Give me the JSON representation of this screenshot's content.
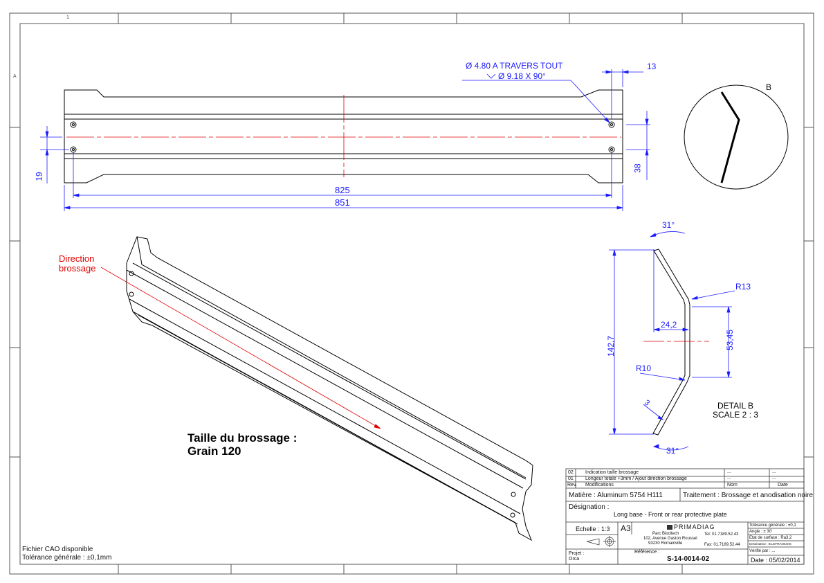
{
  "zone_marks": {
    "col1": "1",
    "rowA": "A"
  },
  "dims": {
    "hole_note_1": "Ø 4.80 A TRAVERS TOUT",
    "hole_note_2": "Ø 9.18 X 90°",
    "d13": "13",
    "d19": "19",
    "d38": "38",
    "d825": "825",
    "d851": "851"
  },
  "detail": {
    "label": "B",
    "title": "DETAIL B",
    "scale": "SCALE 2 : 3",
    "a31_top": "31°",
    "a31_bot": "31°",
    "r13": "R13",
    "r10": "R10",
    "d24": "24,2",
    "d53": "53,45",
    "d142": "142,7",
    "d3": "3"
  },
  "iso": {
    "direction": "Direction",
    "brossage": "brossage",
    "size_title": "Taille du brossage :",
    "grain": "Grain 120"
  },
  "footer_notes": {
    "cad": "Fichier CAO disponible",
    "tol": "Tolérance générale : ±0,1mm"
  },
  "title_block": {
    "revisions": [
      {
        "rev": "02",
        "mod": "Indication taille brossage",
        "nom": "...",
        "date": "..."
      },
      {
        "rev": "01",
        "mod": "Longeur totale +3mm / Ajout direction brossage",
        "nom": "...",
        "date": "..."
      }
    ],
    "rev_header": {
      "rev": "Rev.",
      "mod": "Modifications",
      "nom": "Nom",
      "date": "Date"
    },
    "matiere": "Matière : Aluminum 5754 H111",
    "traitement": "Traitement : Brossage et anodisation noire",
    "designation_label": "Désignation :",
    "designation": "Long base - Front or rear protective plate",
    "echelle": "Echelle : 1:3",
    "format": "A3",
    "company": "PRIMADIAG",
    "address1": "Parc Biocitech",
    "address2": "102, Avenue Gaston Roussel",
    "address3": "93230 Romainville",
    "tel": "Tel: 01.7189.52.43",
    "fax": "Fax: 01.7189.52.44",
    "tol_gen": "Tolérance générale : ±0,1",
    "angle": "Angle : ± 30'",
    "surface": "Etat de surface : Ra3,2",
    "dessinateur": "Dessinateur : B.LEFRANCOIS",
    "verifie": "Vérifié par : ...",
    "projet_label": "Projet :",
    "projet": "Orca",
    "reference_label": "Référence :",
    "reference": "S-14-0014-02",
    "date": "Date : 05/02/2014"
  }
}
